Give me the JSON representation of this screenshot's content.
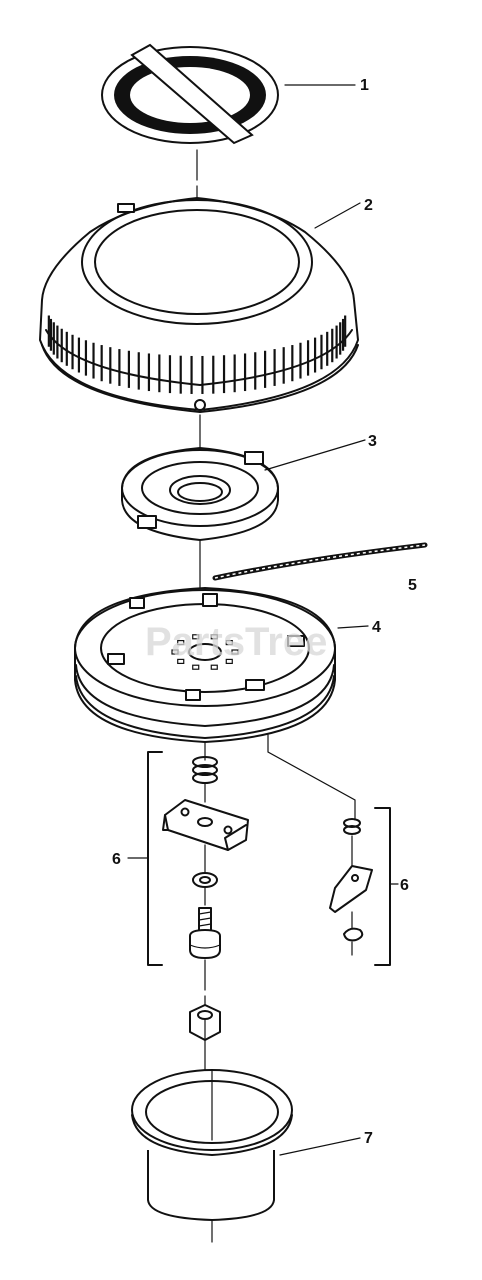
{
  "callouts": {
    "p1": "1",
    "p2": "2",
    "p3": "3",
    "p4": "4",
    "p5": "5",
    "p6_left": "6",
    "p6_right": "6",
    "p7": "7"
  },
  "watermark": "PartsTree",
  "colors": {
    "ink": "#111111",
    "paper": "#ffffff",
    "watermark": "#d8d8d8"
  }
}
